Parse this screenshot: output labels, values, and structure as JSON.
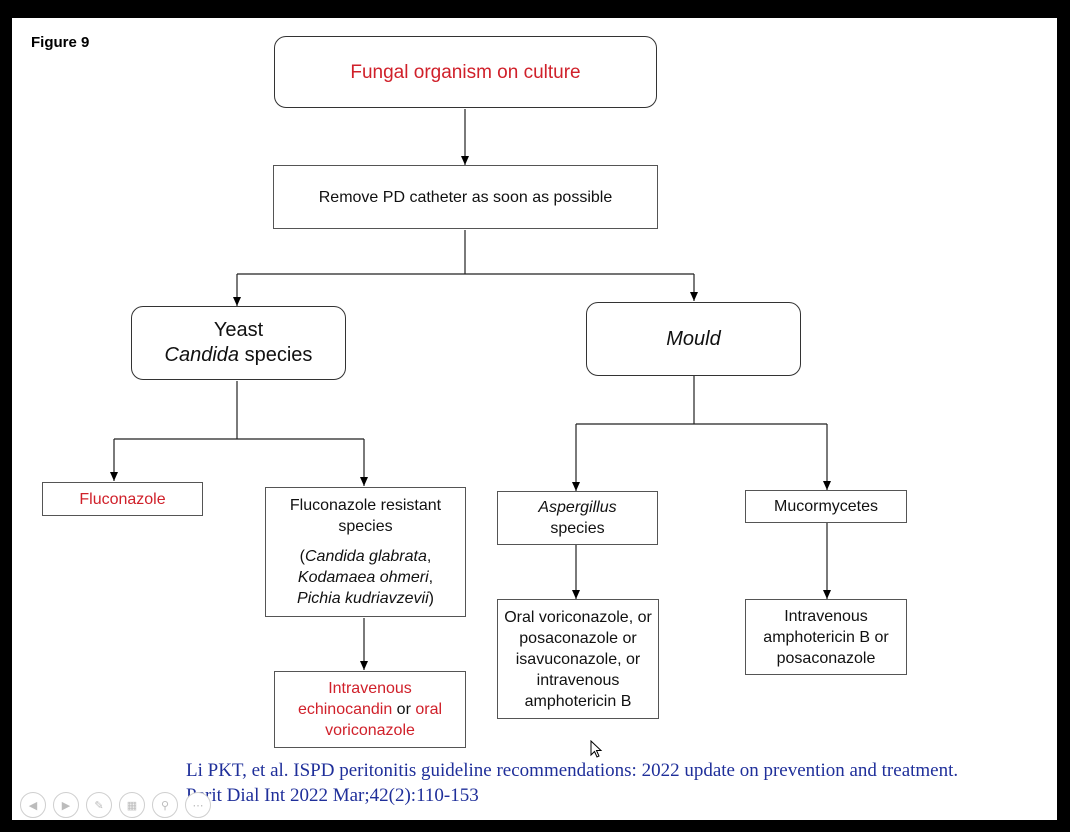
{
  "figure_label": "Figure 9",
  "nodes": {
    "root": "Fungal organism on culture",
    "remove": "Remove PD catheter as soon as possible",
    "yeast_line1": "Yeast",
    "yeast_candida": "Candida",
    "yeast_species": " species",
    "mould": "Mould",
    "fluconazole": "Fluconazole",
    "resistant_title": "Fluconazole resistant species",
    "resistant_open": "(",
    "resistant_sp1": "Candida glabrata",
    "resistant_sep1": ",",
    "resistant_sp2": "Kodamaea ohmeri",
    "resistant_sep2": ",",
    "resistant_sp3": "Pichia kudriavzevii",
    "resistant_close": ")",
    "aspergillus": "Aspergillus",
    "aspergillus_species": "species",
    "mucormycetes": "Mucormycetes",
    "echino_red1": "Intravenous echinocandin",
    "echino_or": " or ",
    "echino_red2": "oral voriconazole",
    "oral_vori": "Oral voriconazole, or posaconazole or isavuconazole, or intravenous amphotericin B",
    "iv_ampho": "Intravenous amphotericin B or posaconazole"
  },
  "citation": {
    "line1": "Li PKT,  et al. ISPD peritonitis guideline recommendations: 2022 update on prevention and treatment.",
    "line2": "Perit Dial Int 2022 Mar;42(2):110-153"
  },
  "toolbar": {
    "icons": [
      "prev-icon",
      "next-icon",
      "pen-icon",
      "slides-icon",
      "zoom-icon",
      "more-icon"
    ]
  },
  "colors": {
    "highlight_text": "#d0202a",
    "citation_text": "#1f2f9a",
    "background": "#000000",
    "slide": "#ffffff"
  }
}
